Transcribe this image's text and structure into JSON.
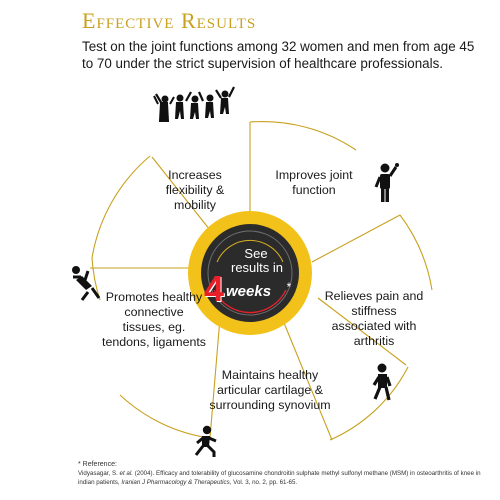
{
  "header": {
    "title": "Effective Results",
    "subtitle": "Test on the joint functions among 32 women and men from age 45 to 70 under the strict supervision of healthcare professionals."
  },
  "center": {
    "see": "See",
    "results_in": "results in",
    "number": "4",
    "weeks": "weeks",
    "asterisk": "*"
  },
  "benefits": [
    {
      "text": "Increases flexibility & mobility",
      "icon": "jumping-group-icon"
    },
    {
      "text": "Improves joint function",
      "icon": "waving-person-icon"
    },
    {
      "text": "Relieves pain and stiffness associated with arthritis",
      "icon": "walking-person-icon"
    },
    {
      "text": "Maintains healthy articular cartilage & surrounding synovium",
      "icon": "running-person-icon"
    },
    {
      "text": "Promotes healthy connective tissues, eg. tendons, ligaments",
      "icon": "stretching-person-icon"
    }
  ],
  "reference": {
    "heading": "* Reference:",
    "authors": "Vidyasagar, S.",
    "etal": "et al.",
    "body": "(2004). Efficacy and tolerability of glucosamine chondroitin sulphate methyl sulfonyl methane (MSM) in osteoarthritis of knee in indian patients,",
    "journal": "Iranian J Pharmacology & Therapeutics,",
    "details": "Vol. 3, no. 2, pp. 61-65."
  },
  "colors": {
    "gold": "#c8a11e",
    "ring_yellow": "#f2c21a",
    "center_dark": "#2b2b2b",
    "accent_red": "#e8202a"
  }
}
